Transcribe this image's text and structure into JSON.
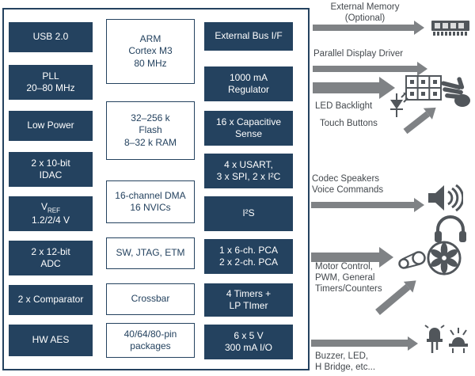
{
  "colors": {
    "navy": "#24425f",
    "arrow_gray": "#7f8285",
    "note_text": "#43484d"
  },
  "chip": {
    "left_column": [
      {
        "label": "USB 2.0"
      },
      {
        "label": "PLL\n20–80 MHz"
      },
      {
        "label": "Low Power"
      },
      {
        "label": "2 x 10-bit\nIDAC"
      },
      {
        "v": "V",
        "v_sub": "REF",
        "line2": "1.2/2/4 V"
      },
      {
        "label": "2 x 12-bit\nADC"
      },
      {
        "label": "2 x Comparator"
      },
      {
        "label": "HW AES"
      }
    ],
    "middle_column": [
      {
        "label": "ARM\nCortex M3\n80 MHz"
      },
      {
        "label": "32–256 k\nFlash\n8–32 k RAM"
      },
      {
        "label": "16-channel DMA\n16 NVICs"
      },
      {
        "label": "SW, JTAG, ETM"
      },
      {
        "label": "Crossbar"
      },
      {
        "label": "40/64/80-pin\npackages"
      }
    ],
    "right_column": [
      {
        "label": "External Bus I/F"
      },
      {
        "label": "1000 mA\nRegulator"
      },
      {
        "label": "16 x Capacitive\nSense"
      },
      {
        "label": "4 x USART,\n3 x SPI, 2 x I²C"
      },
      {
        "label": "I²S"
      },
      {
        "label": "1 x 6-ch. PCA\n2 x 2-ch. PCA"
      },
      {
        "label": "4 Timers +\nLP TImer"
      },
      {
        "label": "6 x 5 V\n300 mA I/O"
      }
    ]
  },
  "annotations": {
    "external_memory": "External Memory\n(Optional)",
    "parallel_display_driver": "Parallel Display Driver",
    "led_backlight": "LED Backlight",
    "touch_buttons": "Touch Buttons",
    "codec_speakers": "Codec Speakers\nVoice Commands",
    "motor_control": "Motor Control,\nPWM, General\nTimers/Counters",
    "buzzer": "Buzzer, LED,\nH Bridge, etc..."
  },
  "icons": [
    "memory-module-icon",
    "led-backlight-grid-icon",
    "touch-hand-icon",
    "led-diode-symbol-icon",
    "speaker-icon",
    "headphones-icon",
    "belt-pulley-icon",
    "motor-fan-icon",
    "led-component-icon",
    "buzzer-icon"
  ]
}
